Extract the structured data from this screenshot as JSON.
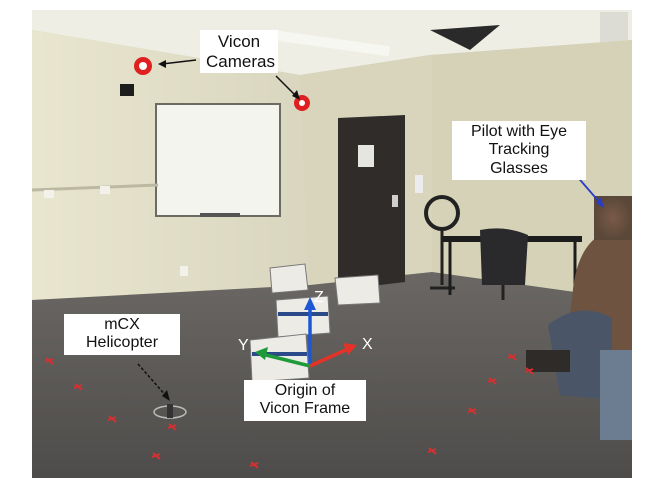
{
  "labels": {
    "cameras": {
      "line1": "Vicon",
      "line2": "Cameras"
    },
    "pilot": {
      "line1": "Pilot with Eye",
      "line2": "Tracking Glasses"
    },
    "helicopter": {
      "line1": "mCX",
      "line2": "Helicopter"
    },
    "origin": {
      "line1": "Origin of",
      "line2": "Vicon Frame"
    }
  },
  "axes": {
    "x": "X",
    "y": "Y",
    "z": "Z"
  },
  "colors": {
    "x_axis": "#e53228",
    "y_axis": "#1f9a3a",
    "z_axis": "#1f56d6",
    "pointer_arrow": "#2b3cc6",
    "floor_markers": "#d63030",
    "camera": "#e02020"
  }
}
